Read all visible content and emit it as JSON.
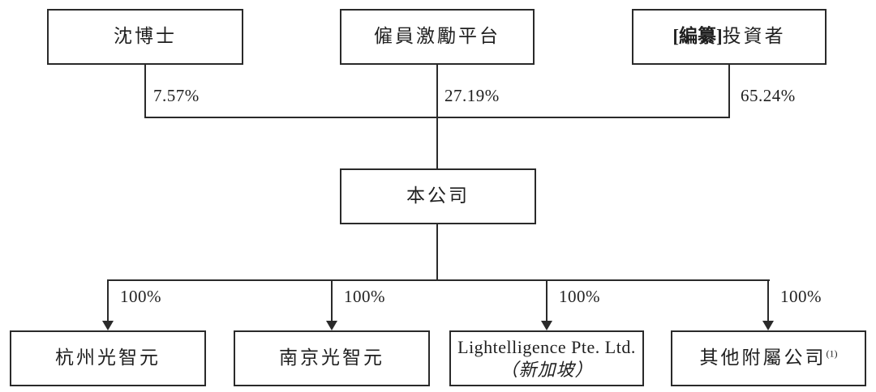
{
  "diagram": {
    "title": "corporate-shareholding-structure",
    "colors": {
      "line": "#2a2a2a",
      "text": "#1f1f1f",
      "background": "#ffffff"
    },
    "top_nodes": [
      {
        "label": "沈博士",
        "pct": "7.57%"
      },
      {
        "label": "僱員激勵平台",
        "pct": "27.19%"
      },
      {
        "label_bold": "[編纂]",
        "label": "投資者",
        "pct": "65.24%"
      }
    ],
    "company": {
      "label": "本公司"
    },
    "subsidiaries": [
      {
        "label": "杭州光智元",
        "pct": "100%"
      },
      {
        "label": "南京光智元",
        "pct": "100%"
      },
      {
        "label_line1": "Lightelligence Pte. Ltd.",
        "label_line2": "（新加坡）",
        "pct": "100%"
      },
      {
        "label": "其他附屬公司",
        "superscript": "(1)",
        "pct": "100%"
      }
    ]
  }
}
